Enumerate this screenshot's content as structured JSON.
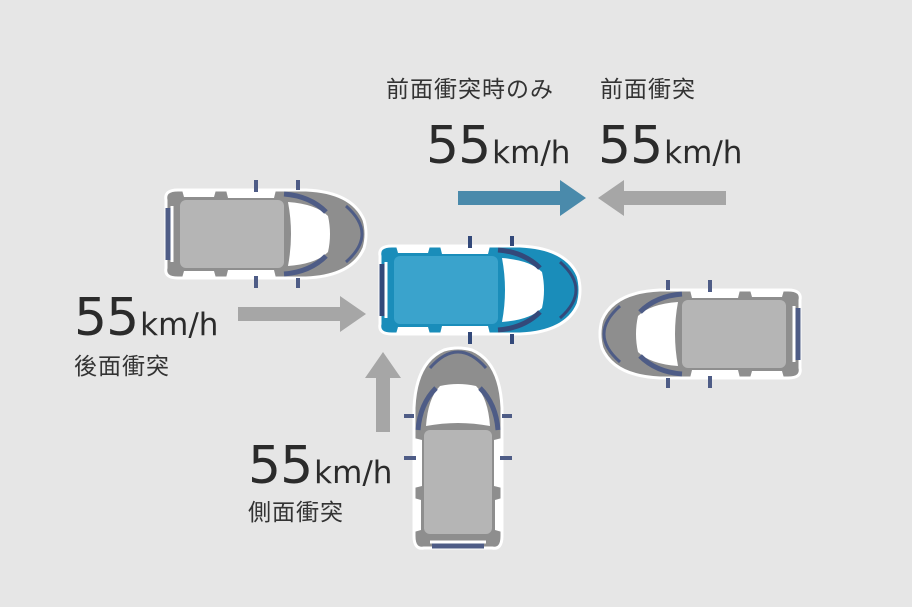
{
  "scenario": {
    "front_only": {
      "caption": "前面衝突時のみ",
      "speed_value": "55",
      "speed_unit": "km/h",
      "arrow_color": "#4a8aab"
    },
    "front": {
      "caption": "前面衝突",
      "speed_value": "55",
      "speed_unit": "km/h",
      "arrow_color": "#a6a6a6"
    },
    "rear": {
      "caption": "後面衝突",
      "speed_value": "55",
      "speed_unit": "km/h",
      "arrow_color": "#a6a6a6"
    },
    "side": {
      "caption": "側面衝突",
      "speed_value": "55",
      "speed_unit": "km/h",
      "arrow_color": "#a6a6a6"
    }
  },
  "colors": {
    "background": "#e6e6e6",
    "subject_car": "#1a8dba",
    "other_cars": "#8e8e8e",
    "window_trim": "#4e5c86"
  }
}
